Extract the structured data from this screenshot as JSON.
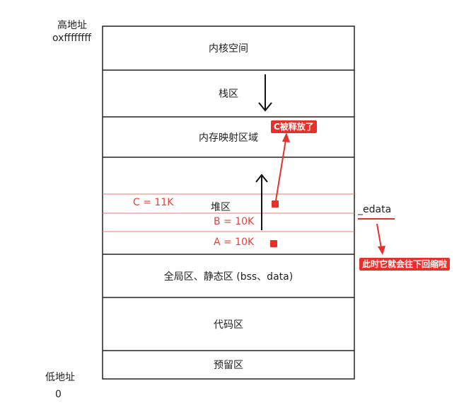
{
  "address": {
    "high_label": "高地址",
    "high_value": "oxffffffff",
    "low_label": "低地址",
    "low_value": "0"
  },
  "segments": {
    "kernel": "内核空间",
    "stack": "栈区",
    "mmap": "内存映射区域",
    "heap": "堆区",
    "globals": "全局区、静态区 (bss、data)",
    "code": "代码区",
    "reserved": "预留区"
  },
  "heap_blocks": {
    "c": "C = 11K",
    "b": "B = 10K",
    "a": "A = 10K"
  },
  "annotations": {
    "c_freed": "C被释放了",
    "edata": "_edata",
    "edata_shrink": "此时它就会往下回缩啦"
  },
  "colors": {
    "accent_red": "#e8302a",
    "divider_red": "#f07a72"
  }
}
